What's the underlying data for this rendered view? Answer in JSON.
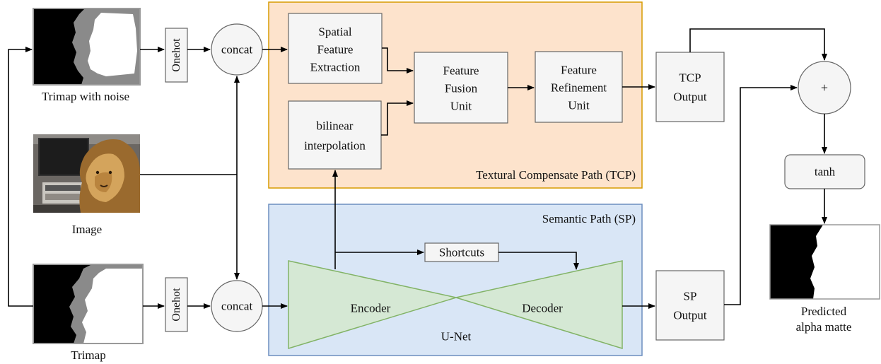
{
  "images": {
    "trimap_noise_caption": "Trimap with noise",
    "image_caption": "Image",
    "trimap_caption": "Trimap",
    "alpha_caption_line1": "Predicted",
    "alpha_caption_line2": "alpha matte"
  },
  "nodes": {
    "onehot_top": "Onehot",
    "onehot_bottom": "Onehot",
    "concat_top": "concat",
    "concat_bottom": "concat",
    "spatial_l1": "Spatial",
    "spatial_l2": "Feature",
    "spatial_l3": "Extraction",
    "bilinear_l1": "bilinear",
    "bilinear_l2": "interpolation",
    "fusion_l1": "Feature",
    "fusion_l2": "Fusion",
    "fusion_l3": "Unit",
    "refine_l1": "Feature",
    "refine_l2": "Refinement",
    "refine_l3": "Unit",
    "tcp_out_l1": "TCP",
    "tcp_out_l2": "Output",
    "sp_out_l1": "SP",
    "sp_out_l2": "Output",
    "plus": "+",
    "tanh": "tanh",
    "shortcuts": "Shortcuts",
    "encoder": "Encoder",
    "decoder": "Decoder",
    "unet": "U-Net"
  },
  "regions": {
    "tcp_label": "Textural Compensate Path (TCP)",
    "sp_label": "Semantic Path (SP)"
  },
  "colors": {
    "tcp_fill": "#fde3cc",
    "tcp_stroke": "#d79b00",
    "sp_fill": "#d9e6f6",
    "sp_stroke": "#6c8ebf",
    "unet_fill": "#d5e8d4",
    "unet_stroke": "#82b366",
    "box_fill": "#f5f5f5",
    "box_stroke": "#666666"
  }
}
